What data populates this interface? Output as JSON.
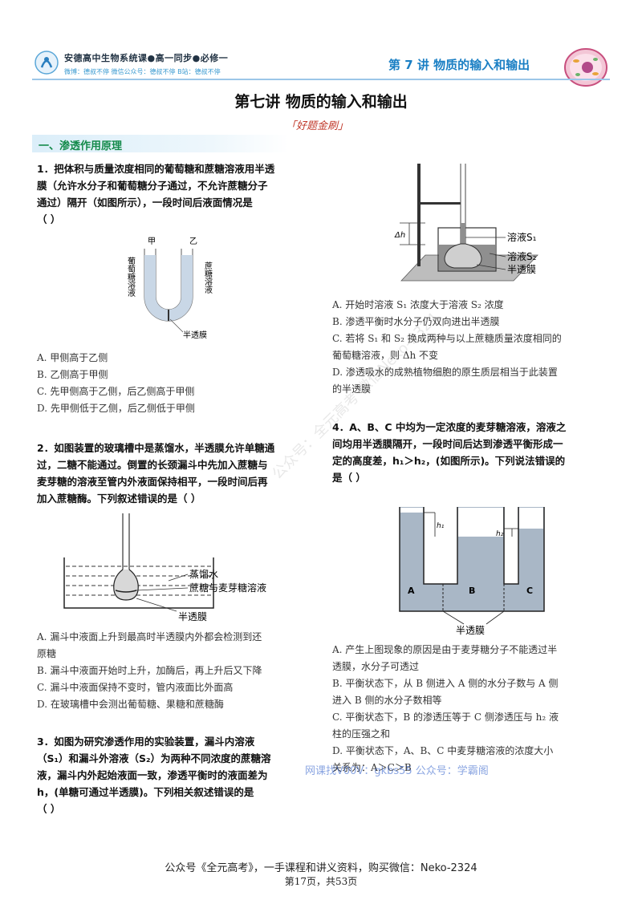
{
  "header": {
    "course": "安德高中生物系统课●高一同步●必修一",
    "notice": "微博：德叔不停  微信公众号：德叔不停  B站：德叔不停",
    "chapter": "第 7 讲   物质的输入和输出"
  },
  "title": "第七讲   物质的输入和输出",
  "subtitle": "「好题金刷」",
  "section1": "一、渗透作用原理",
  "q1": {
    "stem": [
      "1．把体积与质量浓度相同的葡萄糖和蔗糖溶液用半透",
      "膜（允许水分子和葡萄糖分子通过，不允许蔗糖分子",
      "通过）隔开（如图所示），一段时间后液面情况是",
      "（      ）"
    ],
    "fig": {
      "left_top": "甲",
      "right_top": "乙",
      "left_side": "葡萄糖溶液",
      "right_side": "蔗糖溶液",
      "membrane": "半透膜"
    },
    "options": [
      "A. 甲侧高于乙侧",
      "B. 乙侧高于甲侧",
      "C. 先甲侧高于乙侧，后乙侧高于甲侧",
      "D. 先甲侧低于乙侧，后乙侧低于甲侧"
    ]
  },
  "q2": {
    "stem": [
      "2．如图装置的玻璃槽中是蒸馏水，半透膜允许单糖通",
      "过，二糖不能通过。倒置的长颈漏斗中先加入蔗糖与",
      "麦芽糖的溶液至管内外液面保持相平，一段时间后再",
      "加入蔗糖酶。下列叙述错误的是（      ）"
    ],
    "fig": {
      "water": "蒸馏水",
      "solution": "蔗糖与麦芽糖溶液",
      "membrane": "半透膜"
    },
    "options": [
      "A. 漏斗中液面上升到最高时半透膜内外都会检测到还",
      "原糖",
      "B. 漏斗中液面开始时上升，加酶后，再上升后又下降",
      "C. 漏斗中液面保持不变时，管内液面比外面高",
      "D. 在玻璃槽中会测出葡萄糖、果糖和蔗糖酶"
    ]
  },
  "q3": {
    "stem": [
      "3．如图为研究渗透作用的实验装置，漏斗内溶液",
      "（S₁）和漏斗外溶液（S₂）为两种不同浓度的蔗糖溶",
      "液，漏斗内外起始液面一致，渗透平衡时的液面差为",
      "h，(单糖可通过半透膜)。下列相关叙述错误的是",
      "（      ）"
    ],
    "fig": {
      "dh": "Δh",
      "s1": "溶液S₁",
      "s2": "溶液S₂",
      "membrane": "半透膜"
    },
    "options": [
      "A. 开始时溶液 S₁ 浓度大于溶液 S₂ 浓度",
      "B. 渗透平衡时水分子仍双向进出半透膜",
      "C. 若将 S₁ 和 S₂ 换成两种与以上蔗糖质量浓度相同的",
      "葡萄糖溶液，则 Δh 不变",
      "D. 渗透吸水的成熟植物细胞的原生质层相当于此装置",
      "的半透膜"
    ]
  },
  "q4": {
    "stem": [
      "4．A、B、C 中均为一定浓度的麦芽糖溶液，溶液之",
      "间均用半透膜隔开，一段时间后达到渗透平衡形成一",
      "定的高度差，h₁＞h₂，(如图所示)。下列说法错误的",
      "是（      ）"
    ],
    "fig": {
      "h1": "h₁",
      "h2": "h₂",
      "a": "A",
      "b": "B",
      "c": "C",
      "membrane": "半透膜"
    },
    "options": [
      "A. 产生上图现象的原因是由于麦芽糖分子不能透过半",
      "透膜，水分子可透过",
      "B. 平衡状态下，从 B 侧进入 A 侧的水分子数与 A 侧",
      "进入 B 侧的水分子数相等",
      "C. 平衡状态下，B 的渗透压等于 C 侧渗透压与 h₂ 液",
      "柱的压强之和",
      "D. 平衡状态下，A、B、C 中麦芽糖溶液的浓度大小",
      "关系为：A＞C＞B"
    ]
  },
  "watermarks": [
    "公众号：全元高考   微信Neko-2324",
    "网课找V00V：gkbs55 公众号：学霸阁"
  ],
  "footer": "公众号《全元高考》，一手课程和讲义资料，购买微信：Neko-2324",
  "page_number": "第17页，共53页"
}
